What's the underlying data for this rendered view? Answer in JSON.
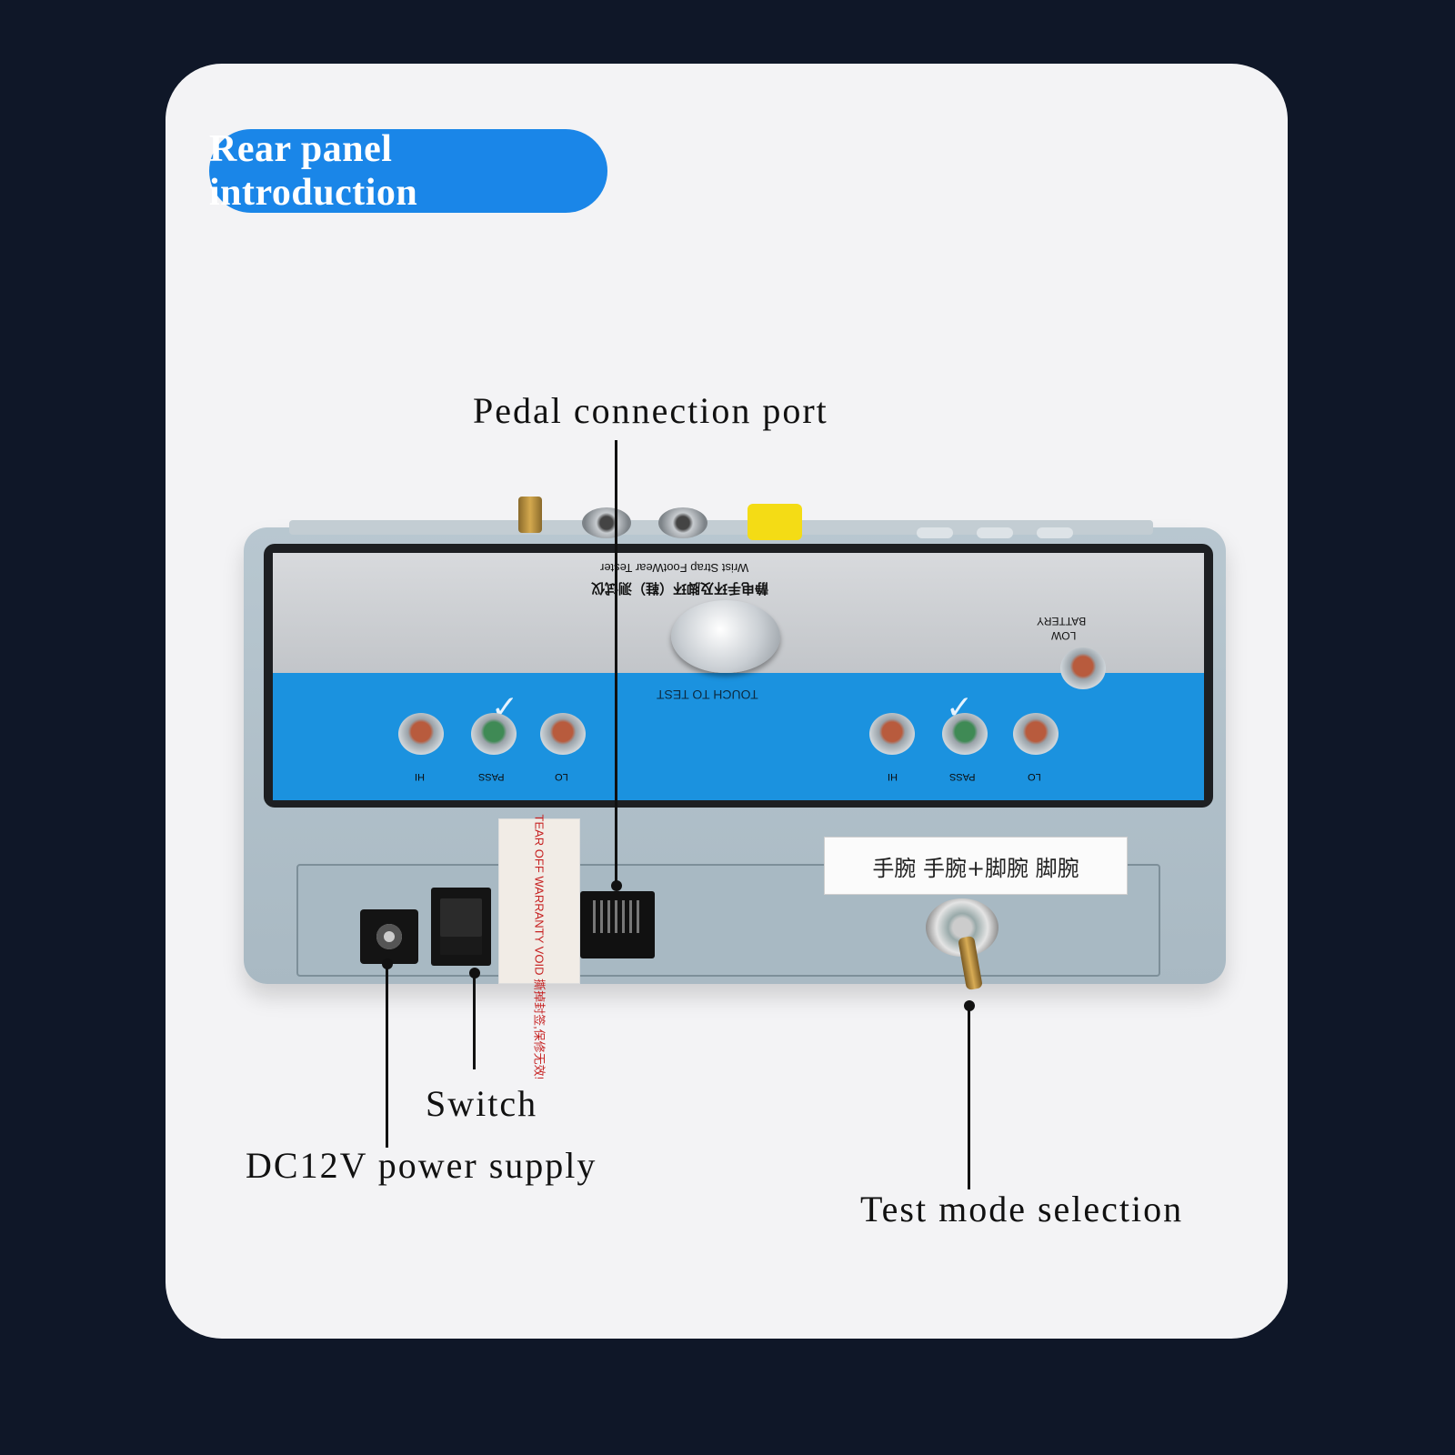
{
  "title": "Rear panel introduction",
  "labels": {
    "pedal_port": "Pedal connection port",
    "switch": "Switch",
    "dc_power": "DC12V power supply",
    "test_mode": "Test mode selection"
  },
  "device": {
    "product_name_cn": "静电手环及脚环（鞋）测试仪",
    "product_name_en": "Wrist Strap FootWear Tester",
    "touch_to_test": "TOUCH TO TEST",
    "battery_low_1": "BATTERY",
    "battery_low_2": "LOW",
    "left_leds": [
      "HI",
      "PASS",
      "LO"
    ],
    "right_leds": [
      "HI",
      "PASS",
      "LO"
    ],
    "warranty_text": "TEAR OFF WARRANTY VOID  撕掉封签,保修无效!",
    "mode_options": "手腕  手腕+脚腕  脚腕"
  },
  "colors": {
    "background": "#0f1728",
    "card": "#f3f3f5",
    "title_pill": "#1a86e8",
    "panel_blue": "#1b92df"
  }
}
